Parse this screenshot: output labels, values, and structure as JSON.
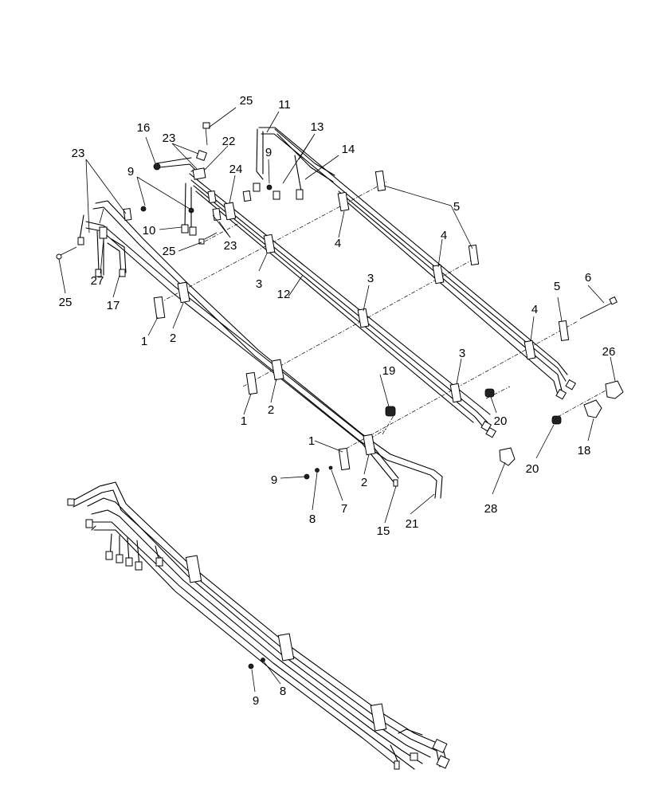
{
  "diagram": {
    "callouts": [
      {
        "id": "c25a",
        "text": "25"
      },
      {
        "id": "c11",
        "text": "11"
      },
      {
        "id": "c13",
        "text": "13"
      },
      {
        "id": "c14",
        "text": "14"
      },
      {
        "id": "c16",
        "text": "16"
      },
      {
        "id": "c23a",
        "text": "23"
      },
      {
        "id": "c22",
        "text": "22"
      },
      {
        "id": "c9a",
        "text": "9"
      },
      {
        "id": "c23b",
        "text": "23"
      },
      {
        "id": "c9b",
        "text": "9"
      },
      {
        "id": "c24",
        "text": "24"
      },
      {
        "id": "c5a",
        "text": "5"
      },
      {
        "id": "c10",
        "text": "10"
      },
      {
        "id": "c4a",
        "text": "4"
      },
      {
        "id": "c4b",
        "text": "4"
      },
      {
        "id": "c23c",
        "text": "23"
      },
      {
        "id": "c25b",
        "text": "25"
      },
      {
        "id": "c27",
        "text": "27"
      },
      {
        "id": "c3a",
        "text": "3"
      },
      {
        "id": "c12",
        "text": "12"
      },
      {
        "id": "c3b",
        "text": "3"
      },
      {
        "id": "c6",
        "text": "6"
      },
      {
        "id": "c5b",
        "text": "5"
      },
      {
        "id": "c25c",
        "text": "25"
      },
      {
        "id": "c17",
        "text": "17"
      },
      {
        "id": "c4c",
        "text": "4"
      },
      {
        "id": "c1a",
        "text": "1"
      },
      {
        "id": "c2a",
        "text": "2"
      },
      {
        "id": "c26",
        "text": "26"
      },
      {
        "id": "c3c",
        "text": "3"
      },
      {
        "id": "c19",
        "text": "19"
      },
      {
        "id": "c1b",
        "text": "1"
      },
      {
        "id": "c2b",
        "text": "2"
      },
      {
        "id": "c20a",
        "text": "20"
      },
      {
        "id": "c18",
        "text": "18"
      },
      {
        "id": "c1c",
        "text": "1"
      },
      {
        "id": "c20b",
        "text": "20"
      },
      {
        "id": "c9c",
        "text": "9"
      },
      {
        "id": "c2c",
        "text": "2"
      },
      {
        "id": "c7",
        "text": "7"
      },
      {
        "id": "c28",
        "text": "28"
      },
      {
        "id": "c8a",
        "text": "8"
      },
      {
        "id": "c21",
        "text": "21"
      },
      {
        "id": "c15",
        "text": "15"
      },
      {
        "id": "c8b",
        "text": "8"
      },
      {
        "id": "c9d",
        "text": "9"
      }
    ]
  }
}
